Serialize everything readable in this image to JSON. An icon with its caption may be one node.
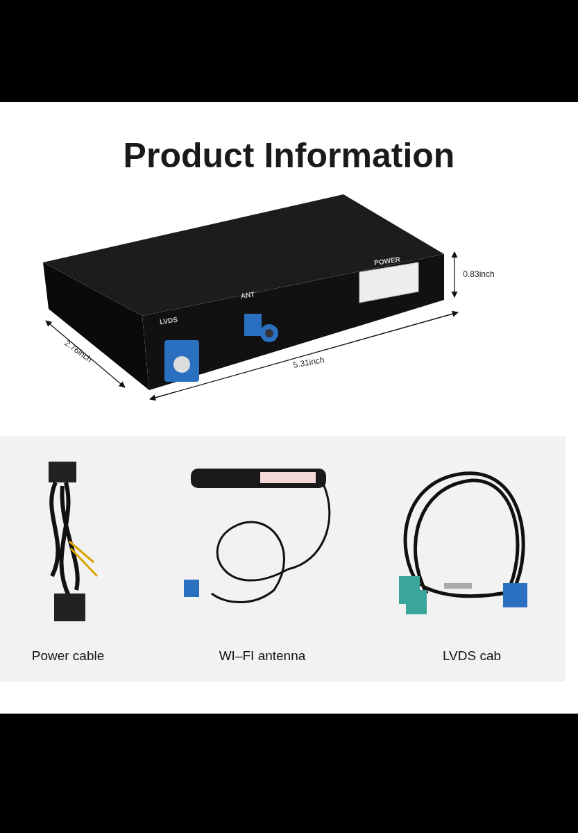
{
  "diagram": {
    "title": "Product Information",
    "nodes": [
      {
        "text": [],
        "shape": "picture"
      },
      {
        "text": [],
        "shape": "picture",
        "beside": [
          "Power cable"
        ]
      },
      {
        "text": [],
        "shape": "picture",
        "beside": [
          "WI–FI antenna"
        ]
      },
      {
        "text": [],
        "shape": "picture",
        "beside": [
          "LVDS cab"
        ]
      }
    ],
    "labels": [
      "POWER",
      "0.83inch",
      "ANT",
      "LVDS",
      "2.76inch",
      "5.31inch"
    ]
  }
}
